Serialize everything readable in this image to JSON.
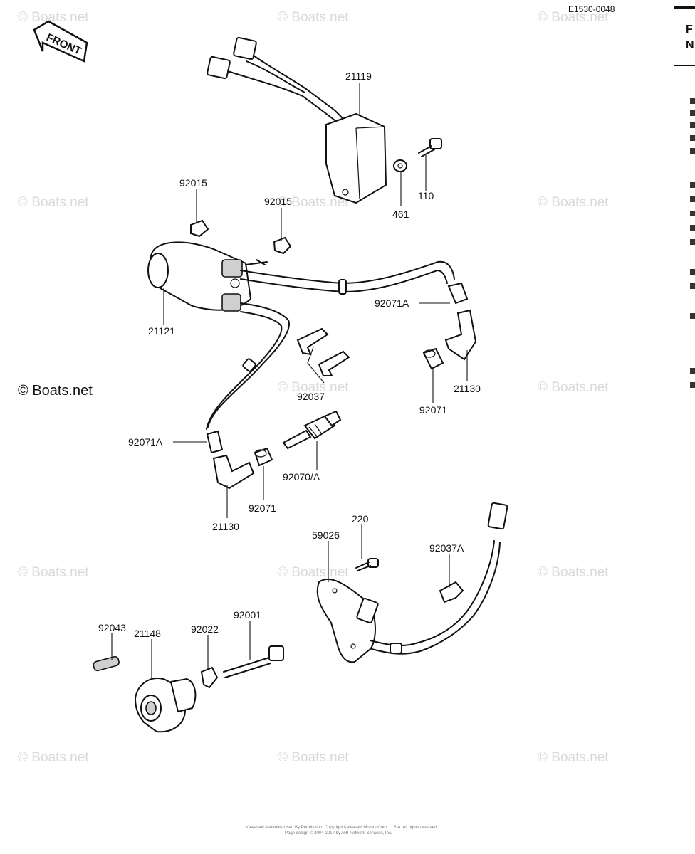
{
  "diagram_code": "E1530-0048",
  "front_label": "FRONT",
  "watermark": "© Boats.net",
  "side_text": {
    "top1": "F",
    "top2": "N"
  },
  "footer": {
    "line1": "Kawasaki Materials Used By Permission. Copyright Kawasaki Motors Corp. U.S.A. All rights reserved.",
    "line2": "Page design © 2004-2017 by ARI Network Services, Inc."
  },
  "parts": {
    "p21119": "21119",
    "p92015a": "92015",
    "p92015b": "92015",
    "p461": "461",
    "p110": "110",
    "p21121": "21121",
    "p92071A_r": "92071A",
    "p92037": "92037",
    "p21130_r": "21130",
    "p92071_r": "92071",
    "p92071A_l": "92071A",
    "p92070A": "92070/A",
    "p92071_l": "92071",
    "p21130_l": "21130",
    "p220": "220",
    "p59026": "59026",
    "p92037A": "92037A",
    "p92043": "92043",
    "p21148": "21148",
    "p92022": "92022",
    "p92001": "92001"
  }
}
